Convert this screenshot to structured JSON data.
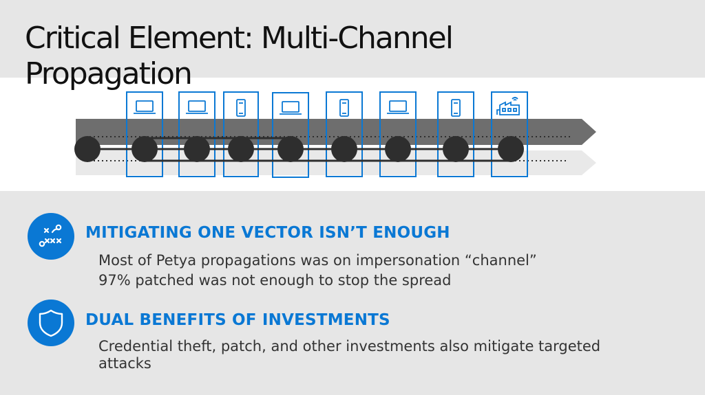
{
  "title": {
    "line1": "Critical Element: Multi-Channel",
    "line2": "Propagation"
  },
  "diagram": {
    "device_icons": [
      "laptop-icon",
      "laptop-icon",
      "phone-icon",
      "laptop-icon",
      "phone-icon",
      "laptop-icon",
      "phone-icon",
      "factory-icon"
    ],
    "colors": {
      "frame": "#0a78d4",
      "band_dark": "#6e6e6e",
      "band_light": "#e9e9e9",
      "node": "#2e2e2e"
    }
  },
  "sections": [
    {
      "icon": "strategy-icon",
      "heading": "MITIGATING ONE VECTOR ISN’T ENOUGH",
      "lines": [
        "Most of Petya propagations was on impersonation “channel”",
        "97% patched was not enough to stop the spread"
      ]
    },
    {
      "icon": "shield-icon",
      "heading": "DUAL BENEFITS OF INVESTMENTS",
      "lines": [
        "Credential theft, patch, and other investments also mitigate targeted",
        "attacks"
      ]
    }
  ],
  "accent": "#0a78d4"
}
